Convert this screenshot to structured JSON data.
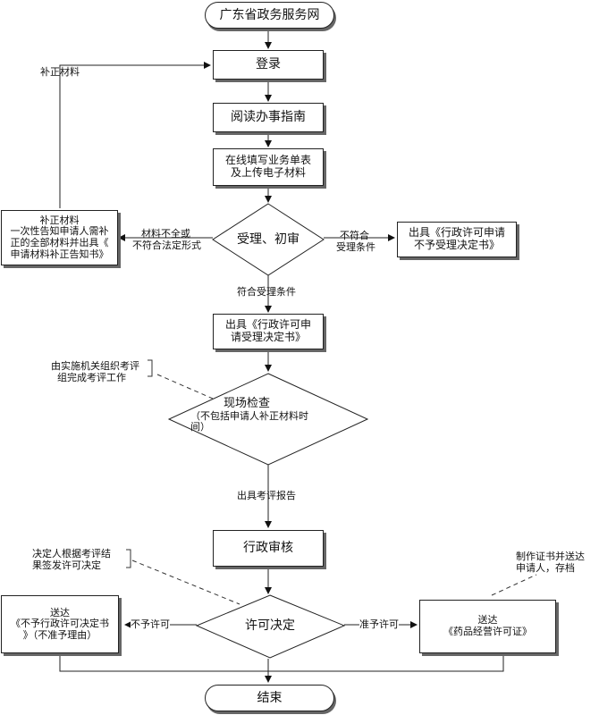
{
  "nodes": {
    "start": "广东省政务服务网",
    "login": "登录",
    "read_guide": "阅读办事指南",
    "fill_form_l1": "在线填写业务单表",
    "fill_form_l2": "及上传电子材料",
    "accept_review": "受理、初审",
    "not_accept_l1": "出具《行政许可申请",
    "not_accept_l2": "不予受理决定书》",
    "supplement_title": "补正材料",
    "supplement_l1": "一次性告知申请人需补",
    "supplement_l2": "正的全部材料并出具《",
    "supplement_l3": "申请材料补正告知书》",
    "accept_doc_l1": "出具《行政许可申",
    "accept_doc_l2": "请受理决定书》",
    "inspection_l1": "现场检查",
    "inspection_l2": "（不包括申请人补正材料时",
    "inspection_l3": "间）",
    "admin_review": "行政审核",
    "decision": "许可决定",
    "deny_l1": "送达",
    "deny_l2": "《不予行政许可决定书",
    "deny_l3": "》（不准予理由）",
    "grant_l1": "送达",
    "grant_l2": "《药品经营许可证》",
    "end": "结束"
  },
  "edge_labels": {
    "supplement_return": "补正材料",
    "incomplete_l1": "材料不全或",
    "incomplete_l2": "不符合法定形式",
    "not_meet_l1": "不符合",
    "not_meet_l2": "受理条件",
    "meet": "符合受理条件",
    "report": "出具考评报告",
    "deny": "不予许可",
    "grant": "准予许可"
  },
  "annotations": {
    "inspection_note_l1": "由实施机关组织考评",
    "inspection_note_l2": "组完成考评工作",
    "decision_note_l1": "决定人根据考评结",
    "decision_note_l2": "果签发许可决定",
    "certificate_note_l1": "制作证书并送达",
    "certificate_note_l2": "申请人，存档"
  }
}
